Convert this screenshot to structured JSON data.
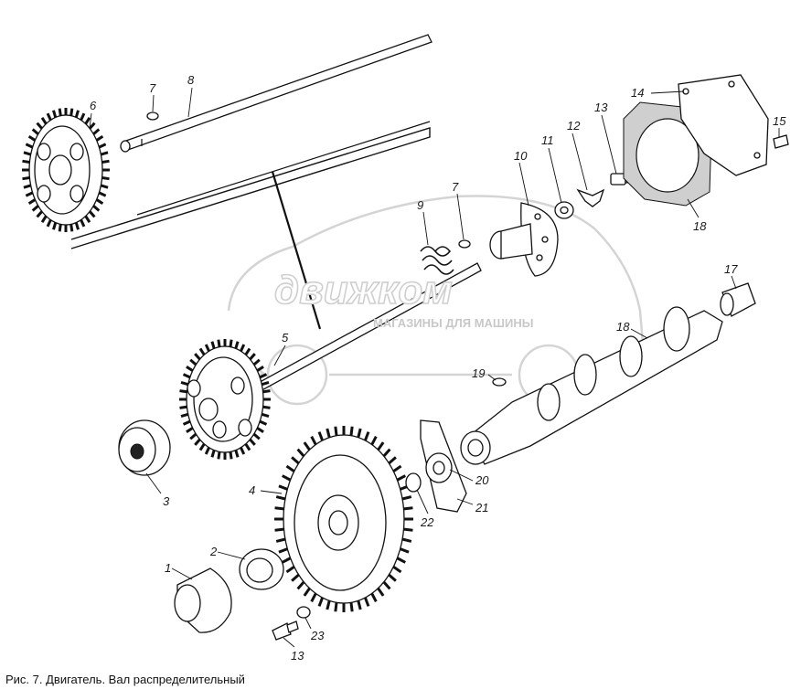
{
  "caption": "Рис. 7. Двигатель. Вал распределительный",
  "watermark": {
    "brand": "движком",
    "tagline": "МАГАЗИНЫ ДЛЯ МАШИНЫ"
  },
  "callouts": [
    "1",
    "2",
    "3",
    "4",
    "5",
    "6",
    "7",
    "7",
    "8",
    "9",
    "10",
    "11",
    "12",
    "13",
    "13",
    "14",
    "15",
    "17",
    "18",
    "18",
    "19",
    "20",
    "21",
    "22",
    "23"
  ]
}
